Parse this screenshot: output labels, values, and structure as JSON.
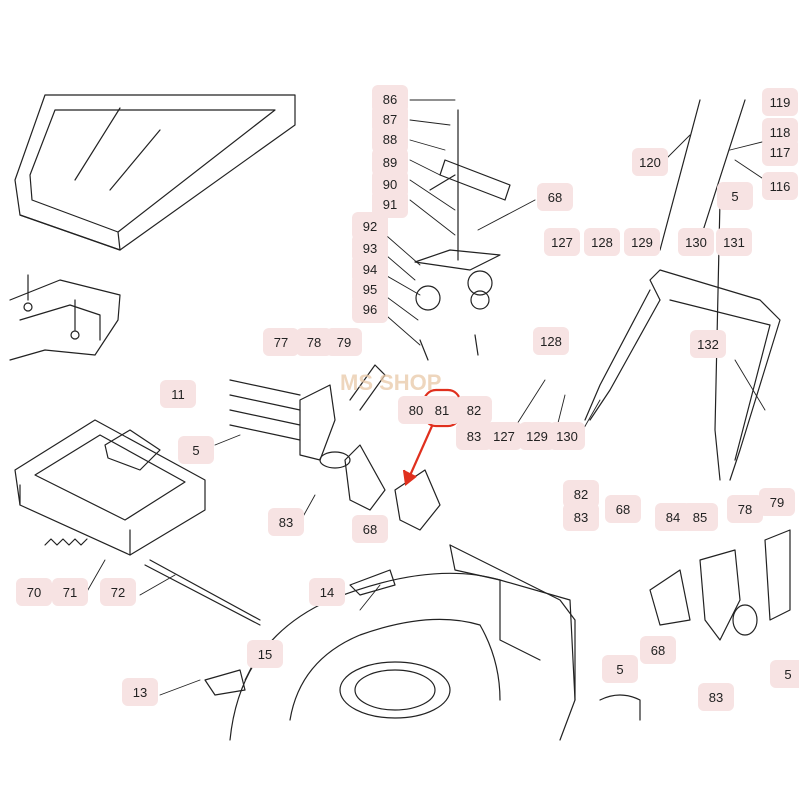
{
  "callouts": [
    "86",
    "87",
    "88",
    "89",
    "90",
    "91",
    "92",
    "93",
    "94",
    "95",
    "96",
    "68",
    "77",
    "78",
    "79",
    "80",
    "81",
    "82",
    "83",
    "5",
    "11",
    "127",
    "128",
    "129",
    "130",
    "131",
    "132",
    "119",
    "118",
    "117",
    "116",
    "120",
    "70",
    "71",
    "72",
    "14",
    "15",
    "13",
    "84",
    "85"
  ],
  "watermark": "MS SHOP",
  "colors": {
    "line": "#222222",
    "callout_bg": "#f7e3e3",
    "highlight": "#e0301e"
  }
}
